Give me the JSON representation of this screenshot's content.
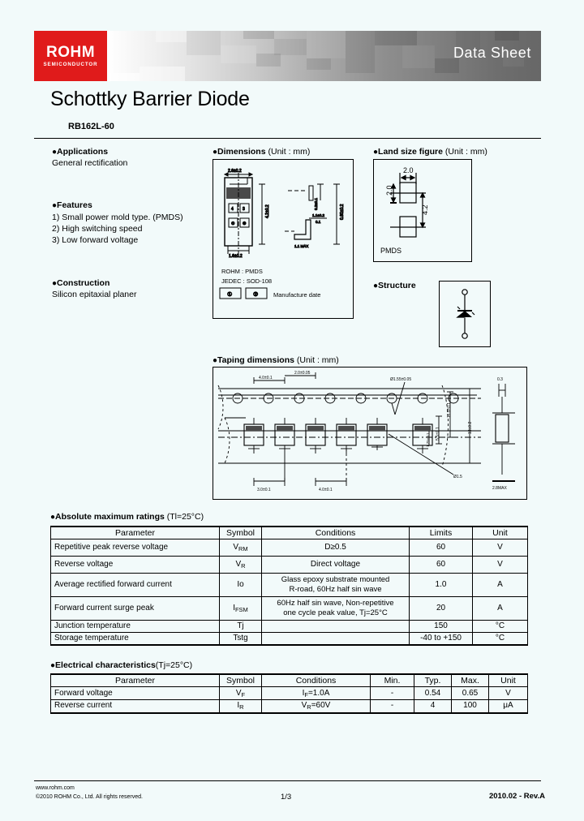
{
  "header": {
    "logo_word": "ROHM",
    "logo_sub": "SEMICONDUCTOR",
    "logo_color": "#e01b1b",
    "banner_title": "Data Sheet"
  },
  "document": {
    "title": "Schottky Barrier Diode",
    "part_number": "RB162L-60"
  },
  "applications": {
    "heading": "Applications",
    "text": "General rectification"
  },
  "features": {
    "heading": "Features",
    "items": [
      "1) Small power mold type. (PMDS)",
      "2) High switching speed",
      "3) Low forward voltage"
    ]
  },
  "construction": {
    "heading": "Construction",
    "text": "Silicon epitaxial planer"
  },
  "dimensions": {
    "heading": "Dimensions",
    "unit": "(Unit : mm)",
    "width_dim": "2.6±0.2",
    "height_dim": "4.2±0.2",
    "lead_dim": "1.6±0.2",
    "side_height": "0.60±0.2",
    "side_dim_a": "0.2±0.1",
    "side_dim_b": "1.1±0.2",
    "side_dim_c": "0.1",
    "side_dim_d": "1.1 MAX",
    "package_rohm": "ROHM : PMDS",
    "package_jedec": "JEDEC : SOD-108",
    "mark1": "①",
    "mark2": "②",
    "mark_note": "Manufacture date"
  },
  "land_size": {
    "heading": "Land size figure",
    "unit": "(Unit : mm)",
    "dim_w": "2.0",
    "dim_h": "2.0",
    "dim_pitch": "4.2",
    "label": "PMDS"
  },
  "structure": {
    "heading": "Structure"
  },
  "taping": {
    "heading": "Taping dimensions",
    "unit": "(Unit : mm)",
    "pitch_a": "4.0±0.1",
    "pitch_b": "2.0±0.05",
    "hole": "Ø1.55±0.05",
    "dim_right_1": "13±0.2",
    "dim_right_2": "11.5±0.1",
    "dim_right_3": "5.5±0.1",
    "dim_right_4": "1.75±0.1",
    "dim_bottom_1": "3.0±0.1",
    "dim_bottom_2": "4.0±0.1",
    "dim_note": "Ø1.5",
    "dim_far_1": "0.3",
    "dim_far_2": "2.8MAX"
  },
  "abs_max": {
    "heading": "Absolute maximum ratings",
    "condition": "(Tl=25°C)",
    "columns": [
      "Parameter",
      "Symbol",
      "Conditions",
      "Limits",
      "Unit"
    ],
    "rows": [
      {
        "parameter": "Repetitive peak reverse voltage",
        "symbol_main": "V",
        "symbol_sub": "RM",
        "conditions": "D≥0.5",
        "limits": "60",
        "unit": "V"
      },
      {
        "parameter": "Reverse voltage",
        "symbol_main": "V",
        "symbol_sub": "R",
        "conditions": "Direct voltage",
        "limits": "60",
        "unit": "V"
      },
      {
        "parameter": "Average rectified forward current",
        "symbol_main": "Io",
        "symbol_sub": "",
        "conditions": "Glass epoxy substrate mounted\nR-road, 60Hz half sin wave",
        "limits": "1.0",
        "unit": "A"
      },
      {
        "parameter": "Forward current surge peak",
        "symbol_main": "I",
        "symbol_sub": "FSM",
        "conditions": "60Hz half sin wave, Non-repetitive\none cycle peak value, Tj=25°C",
        "limits": "20",
        "unit": "A"
      },
      {
        "parameter": "Junction temperature",
        "symbol_main": "Tj",
        "symbol_sub": "",
        "conditions": "",
        "limits": "150",
        "unit": "°C"
      },
      {
        "parameter": "Storage temperature",
        "symbol_main": "Tstg",
        "symbol_sub": "",
        "conditions": "",
        "limits": "-40 to +150",
        "unit": "°C"
      }
    ]
  },
  "elec_char": {
    "heading": "Electrical characteristics",
    "condition": "(Tj=25°C)",
    "columns": [
      "Parameter",
      "Symbol",
      "Conditions",
      "Min.",
      "Typ.",
      "Max.",
      "Unit"
    ],
    "rows": [
      {
        "parameter": "Forward voltage",
        "symbol_main": "V",
        "symbol_sub": "F",
        "cond_main": "I",
        "cond_sub": "F",
        "cond_tail": "=1.0A",
        "min": "-",
        "typ": "0.54",
        "max": "0.65",
        "unit": "V"
      },
      {
        "parameter": "Reverse current",
        "symbol_main": "I",
        "symbol_sub": "R",
        "cond_main": "V",
        "cond_sub": "R",
        "cond_tail": "=60V",
        "min": "-",
        "typ": "4",
        "max": "100",
        "unit": "μA"
      }
    ]
  },
  "footer": {
    "website": "www.rohm.com",
    "copyright": "©2010 ROHM Co., Ltd. All rights reserved.",
    "page": "1/3",
    "revision": "2010.02 -  Rev.A"
  }
}
